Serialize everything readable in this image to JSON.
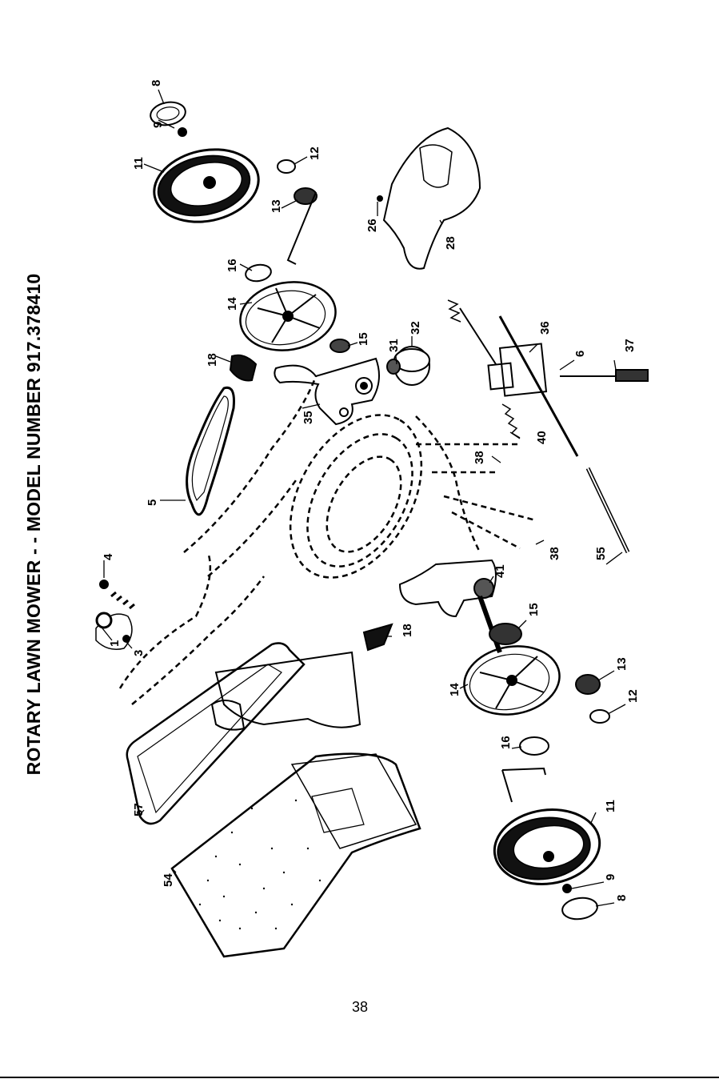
{
  "title": "ROTARY LAWN MOWER - - MODEL NUMBER 917.378410",
  "page_number": "38",
  "part_labels": {
    "p8_top": "8",
    "p9_top": "9",
    "p11_top": "11",
    "p12_top": "12",
    "p13_top": "13",
    "p16_top": "16",
    "p14_top": "14",
    "p15_top": "15",
    "p18_top": "18",
    "p26": "26",
    "p28": "28",
    "p31": "31",
    "p32": "32",
    "p35": "35",
    "p36": "36",
    "p6": "6",
    "p37": "37",
    "p40": "40",
    "p38_a": "38",
    "p38_b": "38",
    "p5": "5",
    "p4": "4",
    "p1": "1",
    "p3": "3",
    "p41": "41",
    "p15_bot": "15",
    "p18_bot": "18",
    "p14_bot": "14",
    "p13_bot": "13",
    "p12_bot": "12",
    "p16_bot": "16",
    "p11_bot": "11",
    "p9_bot": "9",
    "p8_bot": "8",
    "p55": "55",
    "p57": "57",
    "p54": "54"
  }
}
